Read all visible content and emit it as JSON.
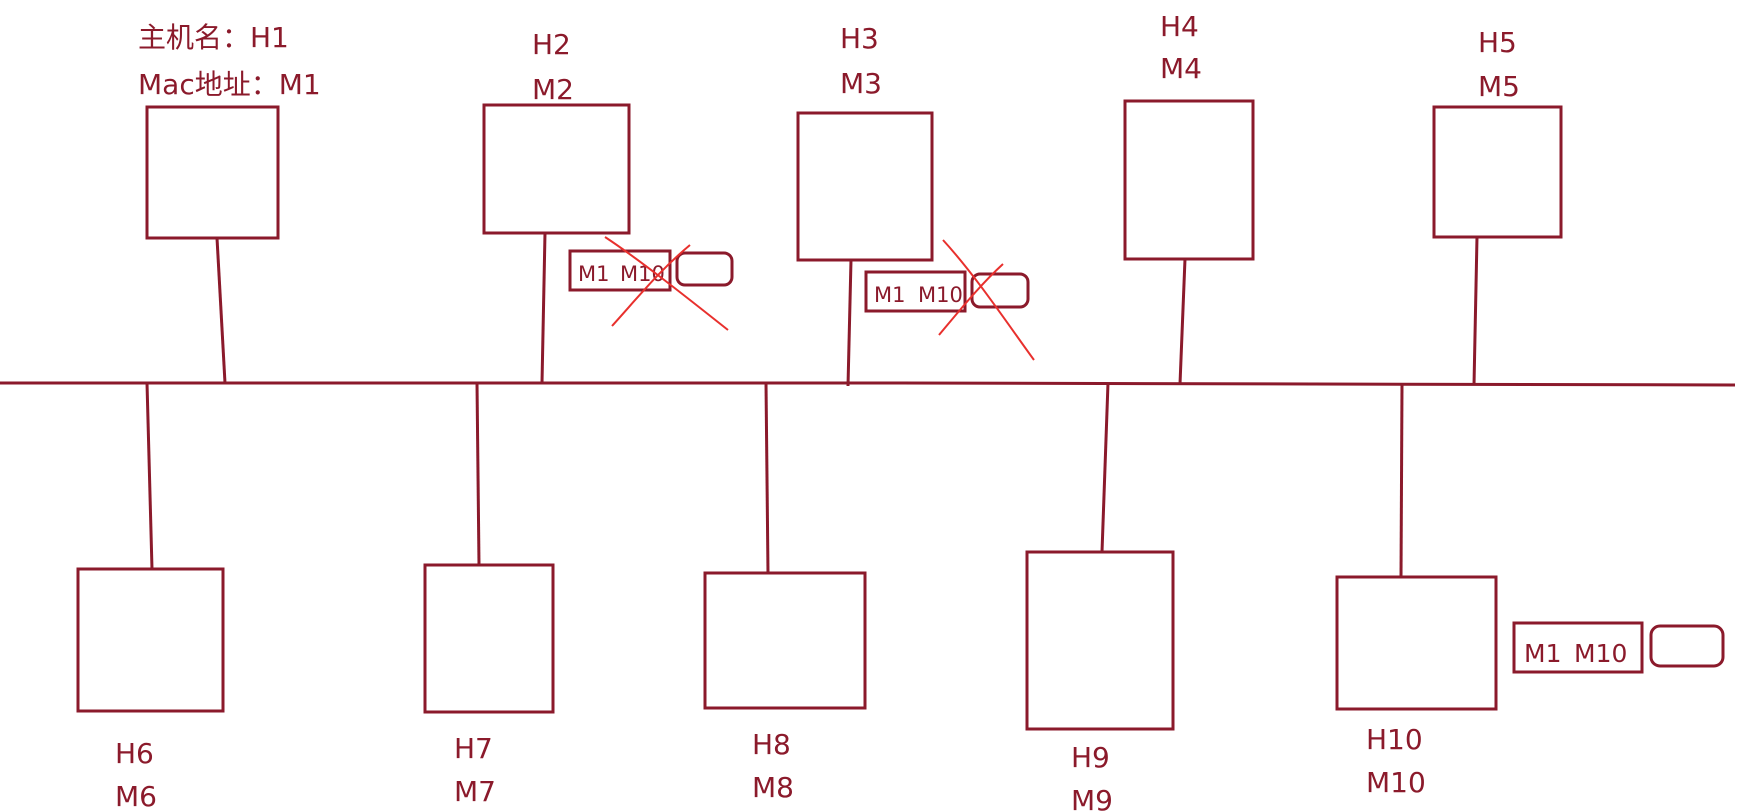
{
  "hosts": [
    {
      "id": "h1",
      "name_text": "主机名：H1",
      "mac_text": "Mac地址：M1"
    },
    {
      "id": "h2",
      "name_text": "H2",
      "mac_text": "M2"
    },
    {
      "id": "h3",
      "name_text": "H3",
      "mac_text": "M3"
    },
    {
      "id": "h4",
      "name_text": "H4",
      "mac_text": "M4"
    },
    {
      "id": "h5",
      "name_text": "H5",
      "mac_text": "M5"
    },
    {
      "id": "h6",
      "name_text": "H6",
      "mac_text": "M6"
    },
    {
      "id": "h7",
      "name_text": "H7",
      "mac_text": "M7"
    },
    {
      "id": "h8",
      "name_text": "H8",
      "mac_text": "M8"
    },
    {
      "id": "h9",
      "name_text": "H9",
      "mac_text": "M9"
    },
    {
      "id": "h10",
      "name_text": "H10",
      "mac_text": "M10"
    }
  ],
  "frames": [
    {
      "id": "frame-h2",
      "src": "M1",
      "dst": "M10",
      "discarded": true
    },
    {
      "id": "frame-h3",
      "src": "M1",
      "dst": "M10",
      "discarded": true
    },
    {
      "id": "frame-h10",
      "src": "M1",
      "dst": "M10",
      "discarded": false
    }
  ],
  "colors": {
    "ink": "#8b1a2b",
    "cross": "#e8302d"
  }
}
